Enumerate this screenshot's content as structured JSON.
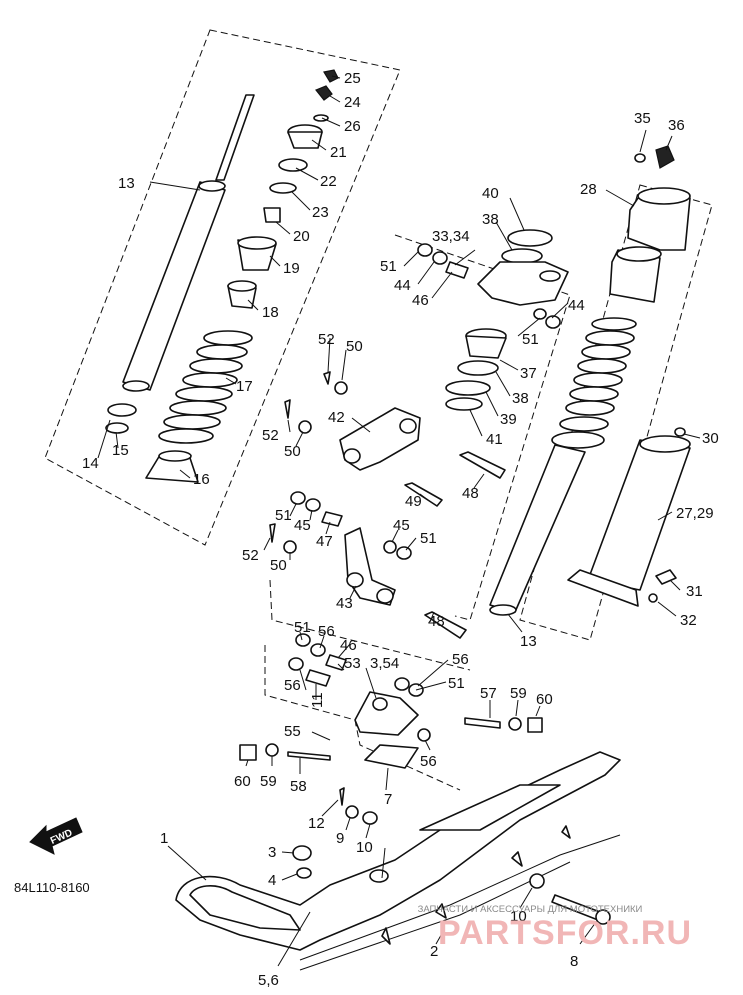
{
  "diagram_code": "84L110-8160",
  "fwd_label": "FWD",
  "watermark": {
    "line1": "ЗАПЧАСТИ И АКСЕССУАРЫ ДЛЯ МОТОТЕХНИКИ",
    "line2": "PARTSFOR.RU"
  },
  "labels": {
    "l13a": "13",
    "l25": "25",
    "l24": "24",
    "l26": "26",
    "l21": "21",
    "l22": "22",
    "l23": "23",
    "l20": "20",
    "l19": "19",
    "l18": "18",
    "l17": "17",
    "l14": "14",
    "l15": "15",
    "l16": "16",
    "l35": "35",
    "l36": "36",
    "l28": "28",
    "l40": "40",
    "l38a": "38",
    "l3334": "33,34",
    "l51a": "51",
    "l44a": "44",
    "l46a": "46",
    "l44b": "44",
    "l51b": "51",
    "l52a": "52",
    "l50a": "50",
    "l37": "37",
    "l38b": "38",
    "l39": "39",
    "l41": "41",
    "l42": "42",
    "l52b": "52",
    "l50b": "50",
    "l30": "30",
    "l2729": "27,29",
    "l49": "49",
    "l48a": "48",
    "l51c": "51",
    "l45a": "45",
    "l45b": "45",
    "l47": "47",
    "l51d": "51",
    "l52c": "52",
    "l50c": "50",
    "l31": "31",
    "l32": "32",
    "l43": "43",
    "l13b": "13",
    "l48b": "48",
    "l51e": "51",
    "l56a": "56",
    "l46b": "46",
    "l56b": "56",
    "l354": "3,54",
    "l53": "53",
    "l56c": "56",
    "l51f": "51",
    "l11": "11",
    "l57": "57",
    "l59a": "59",
    "l60a": "60",
    "l55": "55",
    "l56d": "56",
    "l60b": "60",
    "l59b": "59",
    "l58": "58",
    "l7": "7",
    "l12": "12",
    "l9": "9",
    "l10a": "10",
    "l1": "1",
    "l3": "3",
    "l4": "4",
    "l10b": "10",
    "l56e": "5,6",
    "l2": "2",
    "l8": "8"
  }
}
